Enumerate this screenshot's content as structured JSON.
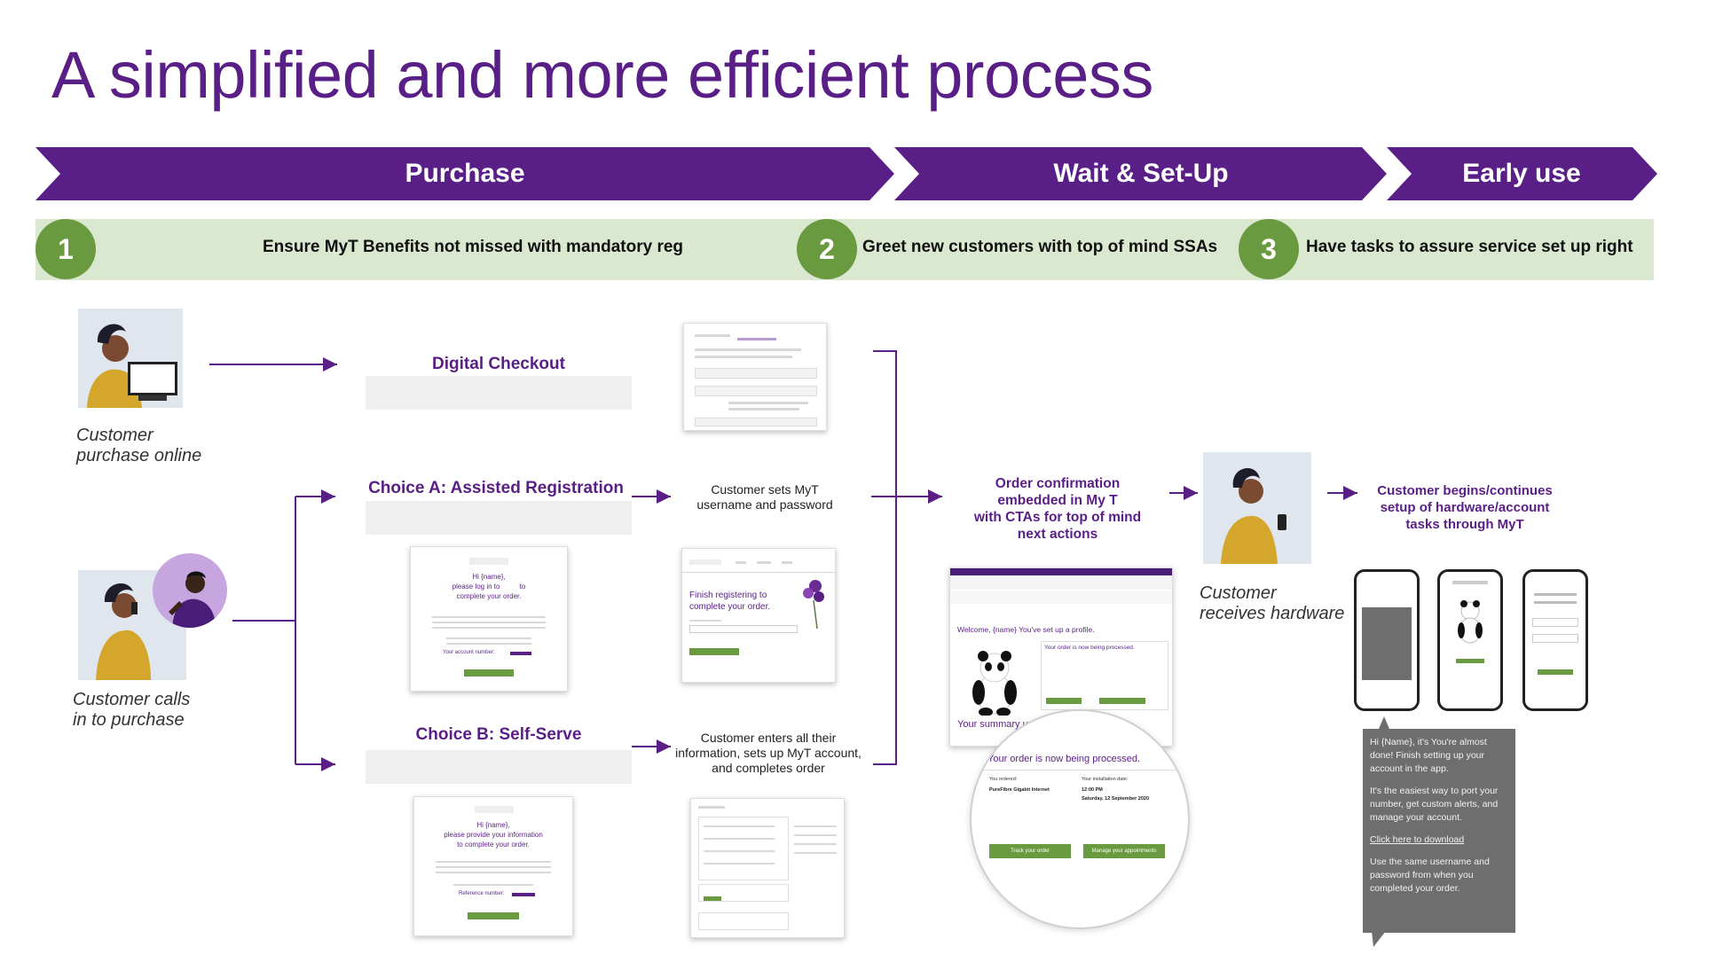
{
  "title": "A simplified and more efficient process",
  "phases": [
    {
      "label": "Purchase"
    },
    {
      "label": "Wait & Set-Up"
    },
    {
      "label": "Early use"
    }
  ],
  "steps": [
    {
      "number": "1",
      "text": "Ensure MyT Benefits not missed with mandatory reg"
    },
    {
      "number": "2",
      "text": "Greet new customers with top of mind SSAs"
    },
    {
      "number": "3",
      "text": "Have tasks to assure service set up right"
    }
  ],
  "customers": {
    "online_label": "Customer\npurchase online",
    "calls_label": "Customer calls\nin to purchase",
    "hardware_label": "Customer\nreceives hardware"
  },
  "flows": {
    "digital_checkout": "Digital Checkout",
    "choice_a": "Choice A: Assisted Registration",
    "choice_a_desc": "Customer sets MyT\nusername and password",
    "choice_b": "Choice B: Self-Serve",
    "choice_b_desc": "Customer enters all their\ninformation, sets up MyT account,\nand completes order",
    "order_confirmation": "Order confirmation\nembedded in My T\nwith CTAs for top of mind\nnext actions",
    "customer_begins": "Customer begins/continues\nsetup of hardware/account\ntasks through MyT"
  },
  "email_a": {
    "greeting": "Hi {name},\nplease log in to          to\ncomplete your order.",
    "account_label": "Your account number:"
  },
  "email_b": {
    "greeting": "Hi {name},\nplease provide your information\nto complete your order.",
    "reference_label": "Reference number:"
  },
  "finish_page": {
    "heading": "Finish registering to\ncomplete your order."
  },
  "confirmation_page": {
    "welcome": "Welcome, {name} You've set up a            profile.",
    "processing": "Your order is now being processed.",
    "summary": "Your summary         up a My T          pro"
  },
  "zoom": {
    "processing": "Your order is now being processed.",
    "you_ordered": "You ordered:",
    "product": "PureFibre Gigabit Internet",
    "installation": "Your installation date:",
    "time": "12:00 PM",
    "date": "Saturday, 12 September 2020",
    "track_button": "Track your order",
    "manage_button": "Manage your appointments"
  },
  "tooltip": {
    "line1": "Hi {Name}, it's          You're almost done! Finish setting up your account in the            app.",
    "line2": "It's the easiest way to port your number, get custom alerts, and manage your account.",
    "link": "Click here to download",
    "line3": "Use the same username and password from when you completed your order."
  },
  "colors": {
    "purple": "#5a1f86",
    "green": "#6a9a3f",
    "band": "#dbe8d0"
  }
}
